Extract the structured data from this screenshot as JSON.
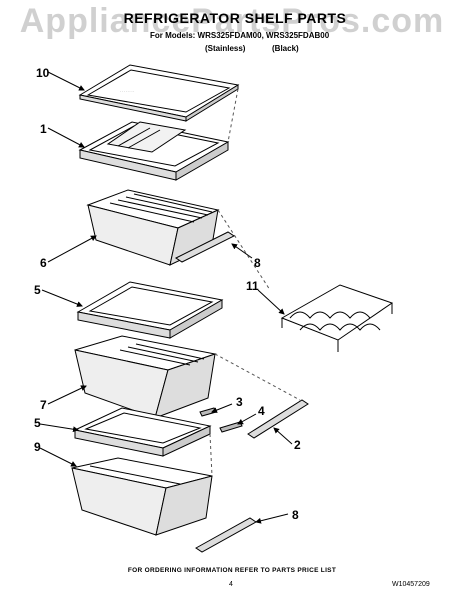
{
  "header": {
    "title": "REFRIGERATOR SHELF PARTS",
    "models_line": "For Models: WRS325FDAM00, WRS325FDAB00",
    "variant_1": "(Stainless)",
    "variant_2": "(Black)"
  },
  "watermark": "AppliancePartsPros.com",
  "callouts": {
    "c10": "10",
    "c1": "1",
    "c6": "6",
    "c8a": "8",
    "c11": "11",
    "c5a": "5",
    "c7": "7",
    "c3": "3",
    "c4": "4",
    "c5b": "5",
    "c2": "2",
    "c9": "9",
    "c8b": "8"
  },
  "footer": {
    "ordering_note": "FOR ORDERING INFORMATION REFER TO PARTS PRICE LIST",
    "page_number": "4",
    "document_number": "W10457209"
  }
}
